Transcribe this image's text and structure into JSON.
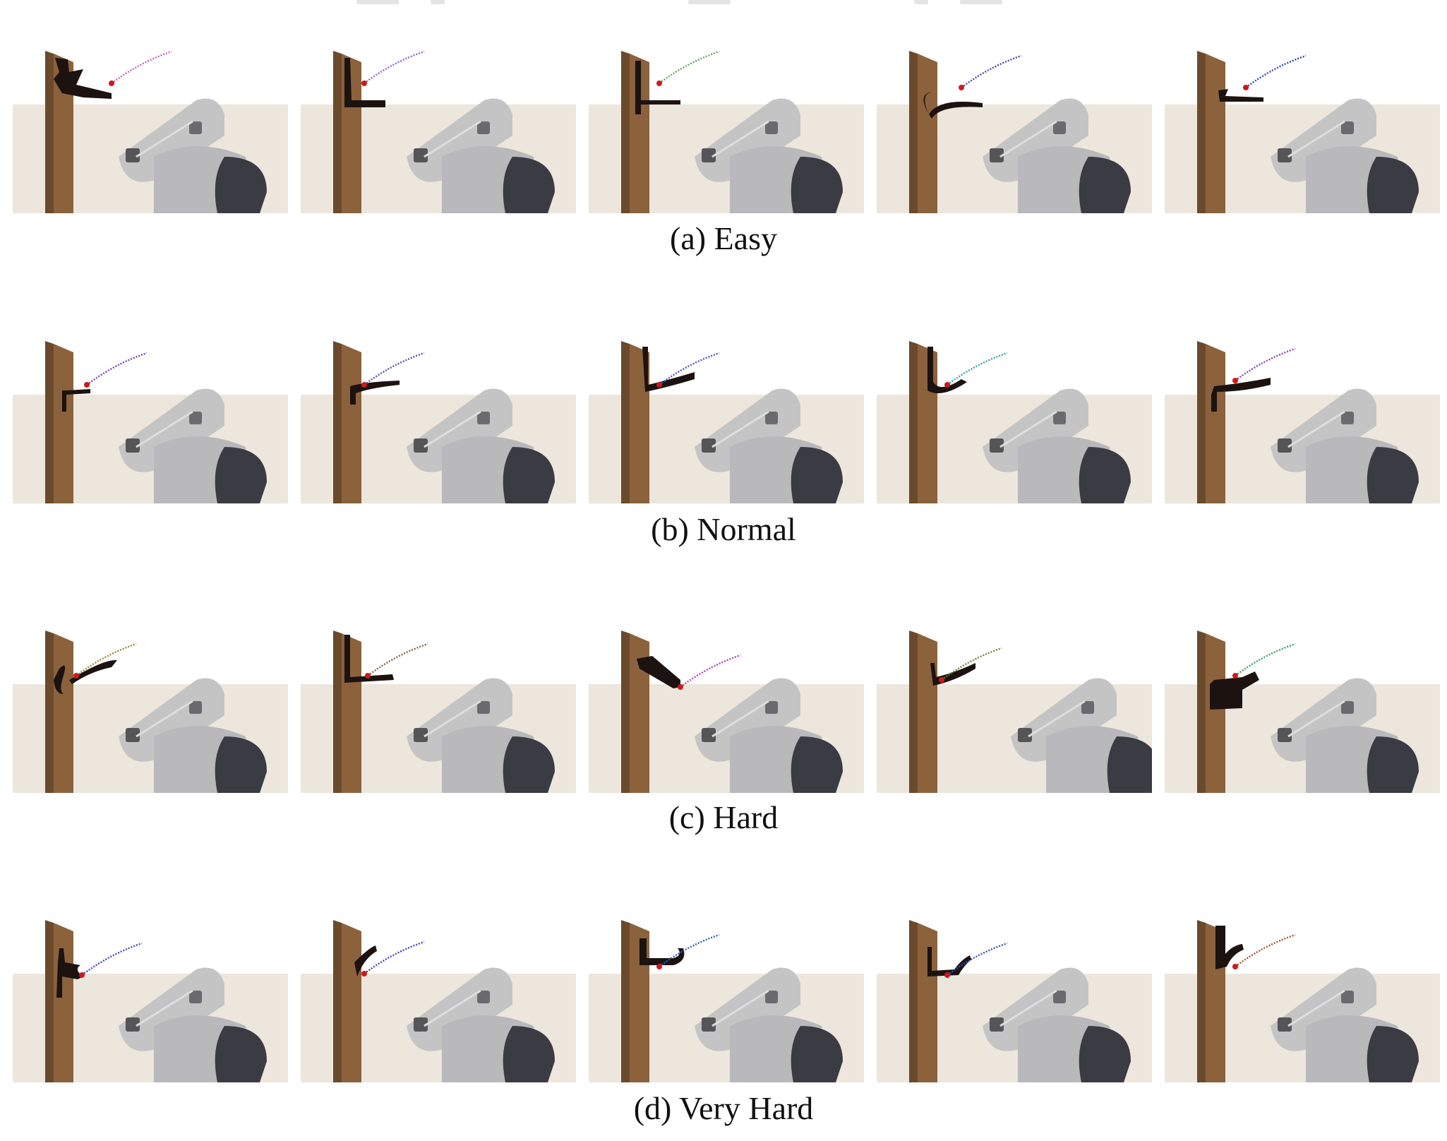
{
  "figure": {
    "rows": [
      {
        "id": "easy",
        "caption": "(a) Easy"
      },
      {
        "id": "normal",
        "caption": "(b) Normal"
      },
      {
        "id": "hard",
        "caption": "(c) Hard"
      },
      {
        "id": "very-hard",
        "caption": "(d) Very Hard"
      }
    ],
    "colors": {
      "background": "#ece6dc",
      "post": "#8b623c",
      "post_dark": "#6a4a2b",
      "robot": "#c4c4c4",
      "robot_dark": "#3b3b44",
      "hanger": "#1c1210",
      "marker": "#cc1a1a"
    },
    "trajectory_colors": [
      [
        "#c060c0",
        "#9060d0",
        "#60a060",
        "#5040b0",
        "#3040c0"
      ],
      [
        "#7040c0",
        "#5050b0",
        "#5050c0",
        "#30a0a0",
        "#8040c0"
      ],
      [
        "#a08030",
        "#806040",
        "#b040b0",
        "#708040",
        "#30a060"
      ],
      [
        "#4040c0",
        "#4040c0",
        "#3060c0",
        "#3050c0",
        "#a05030"
      ]
    ]
  }
}
